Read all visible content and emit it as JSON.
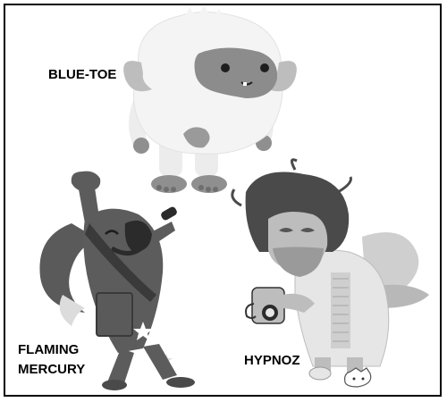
{
  "characters": {
    "blue_toe": "BLUE-TOE",
    "flaming_mercury_line1": "FLAMING",
    "flaming_mercury_line2": "MERCURY",
    "hypnoz": "HYPNOZ"
  },
  "colors": {
    "yeti_fur": "#f2f2f2",
    "yeti_face": "#8c8c8c",
    "yeti_horn": "#bdbdbd",
    "yeti_feet": "#8f8f8f",
    "mercury_body": "#5a5a5a",
    "mercury_dark": "#2b2b2b",
    "hypnoz_hair": "#4a4a4a",
    "hypnoz_skin": "#bdbdbd",
    "hypnoz_robe": "#e6e6e6"
  }
}
